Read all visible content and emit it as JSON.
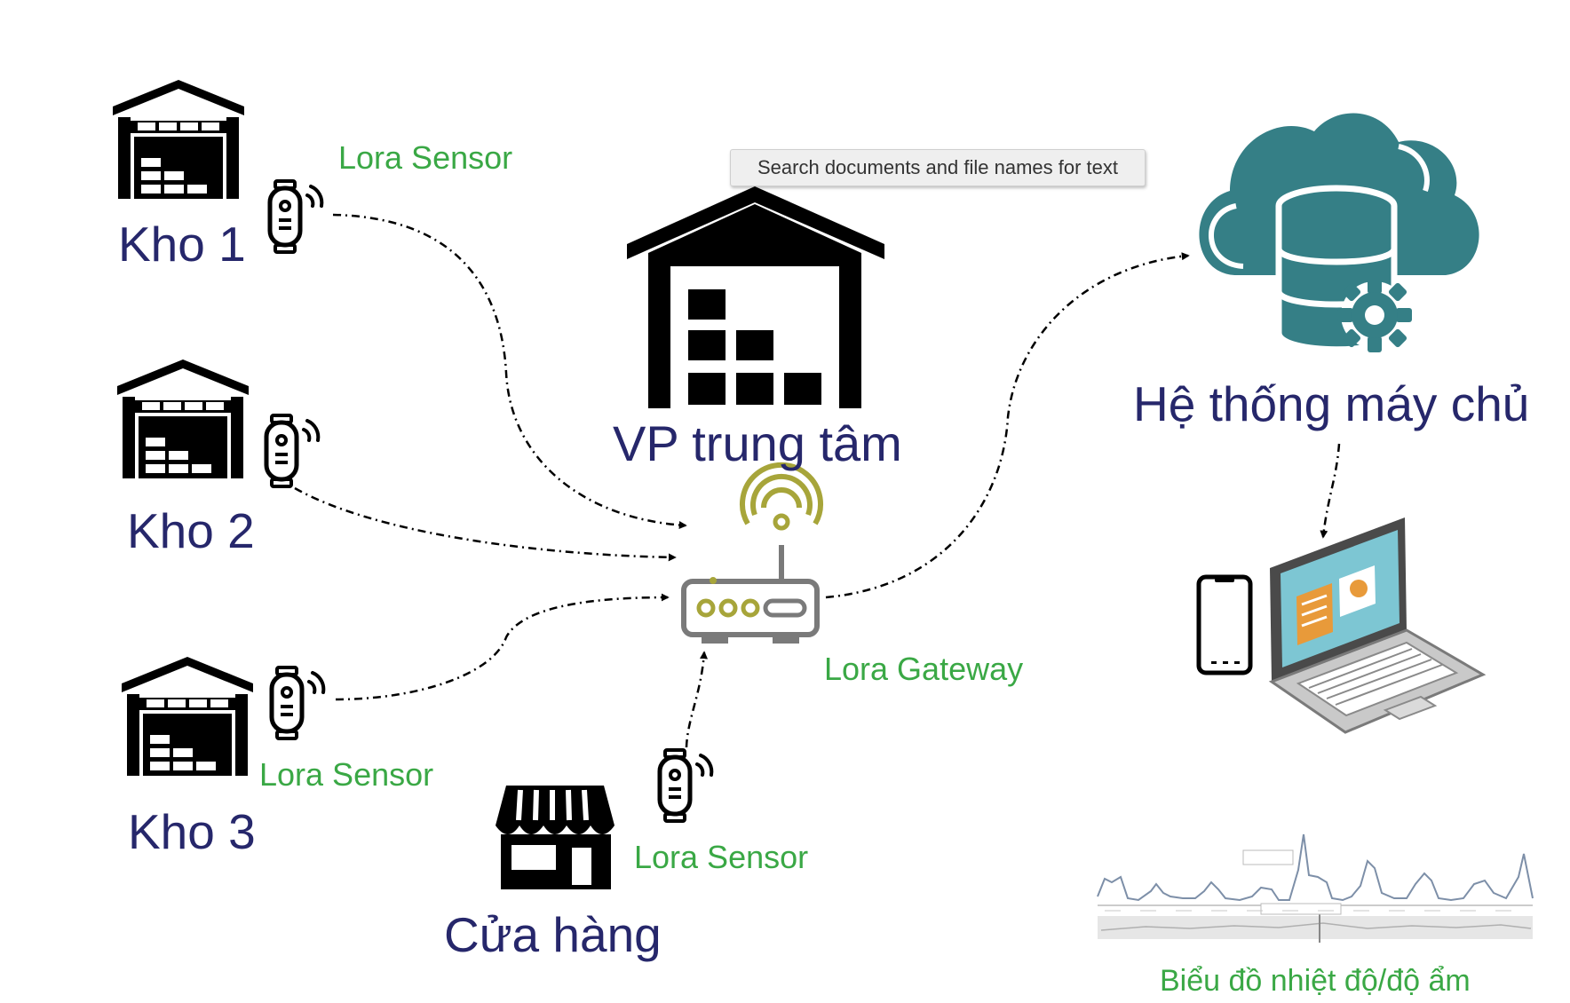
{
  "nodes": {
    "kho1": "Kho 1",
    "kho2": "Kho 2",
    "kho3": "Kho 3",
    "vp": "VP trung tâm",
    "store": "Cửa hàng",
    "server": "Hệ thống máy chủ"
  },
  "labels": {
    "sensor_top": "Lora Sensor",
    "sensor_kho3": "Lora Sensor",
    "sensor_store": "Lora Sensor",
    "gateway": "Lora Gateway",
    "chart_caption": "Biểu đồ nhiệt độ/độ ẩm"
  },
  "tooltip": "Search documents and file names for text",
  "colors": {
    "title": "#26276b",
    "label": "#3aa845",
    "cloud": "#357f86",
    "gateway_accent": "#a7a53a",
    "gateway_body": "#7a7a7a",
    "icon": "#000000"
  },
  "icons": {
    "warehouse": "warehouse-icon",
    "sensor": "lora-sensor-icon",
    "gateway": "router-icon",
    "store": "store-icon",
    "server": "cloud-database-icon",
    "phone": "phone-icon",
    "laptop": "laptop-icon",
    "chart": "line-chart-thumbnail"
  }
}
